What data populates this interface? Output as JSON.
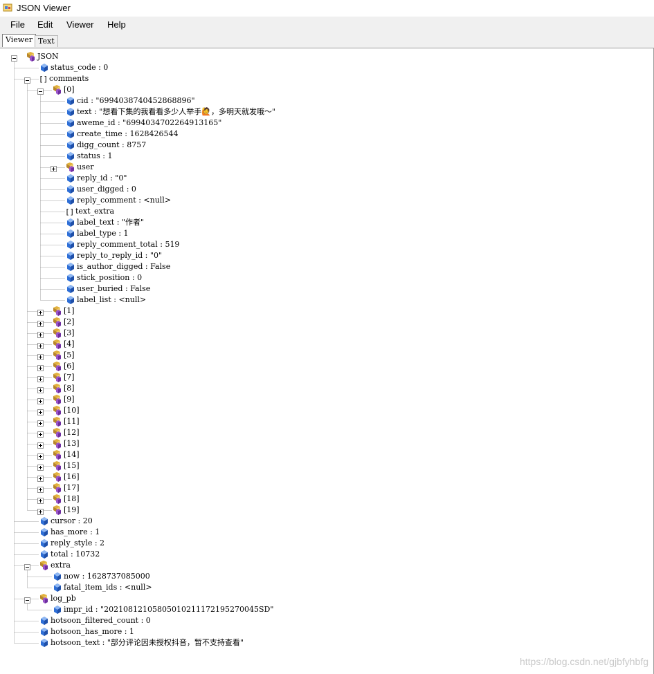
{
  "window": {
    "title": "JSON Viewer",
    "icon": "json-viewer-app-icon"
  },
  "menu": [
    "File",
    "Edit",
    "Viewer",
    "Help"
  ],
  "tabs": [
    {
      "label": "Viewer",
      "active": true
    },
    {
      "label": "Text",
      "active": false
    }
  ],
  "tree": [
    {
      "depth": 0,
      "type": "object",
      "expander": "minus",
      "label": "JSON"
    },
    {
      "depth": 1,
      "type": "value",
      "label": "status_code : 0"
    },
    {
      "depth": 1,
      "type": "array",
      "expander": "minus",
      "label": "comments"
    },
    {
      "depth": 2,
      "type": "object",
      "expander": "minus",
      "label": "[0]"
    },
    {
      "depth": 3,
      "type": "value",
      "label": "cid : \"6994038740452868896\""
    },
    {
      "depth": 3,
      "type": "value",
      "label": "text : \"想看下集的我看看多少人举手🙋，多明天就发哦～\""
    },
    {
      "depth": 3,
      "type": "value",
      "label": "aweme_id : \"6994034702264913165\""
    },
    {
      "depth": 3,
      "type": "value",
      "label": "create_time : 1628426544"
    },
    {
      "depth": 3,
      "type": "value",
      "label": "digg_count : 8757"
    },
    {
      "depth": 3,
      "type": "value",
      "label": "status : 1"
    },
    {
      "depth": 3,
      "type": "object",
      "expander": "plus",
      "label": "user"
    },
    {
      "depth": 3,
      "type": "value",
      "label": "reply_id : \"0\""
    },
    {
      "depth": 3,
      "type": "value",
      "label": "user_digged : 0"
    },
    {
      "depth": 3,
      "type": "value",
      "label": "reply_comment : <null>"
    },
    {
      "depth": 3,
      "type": "array",
      "label": "text_extra"
    },
    {
      "depth": 3,
      "type": "value",
      "label": "label_text : \"作者\""
    },
    {
      "depth": 3,
      "type": "value",
      "label": "label_type : 1"
    },
    {
      "depth": 3,
      "type": "value",
      "label": "reply_comment_total : 519"
    },
    {
      "depth": 3,
      "type": "value",
      "label": "reply_to_reply_id : \"0\""
    },
    {
      "depth": 3,
      "type": "value",
      "label": "is_author_digged : False"
    },
    {
      "depth": 3,
      "type": "value",
      "label": "stick_position : 0"
    },
    {
      "depth": 3,
      "type": "value",
      "label": "user_buried : False"
    },
    {
      "depth": 3,
      "type": "value",
      "label": "label_list : <null>"
    },
    {
      "depth": 2,
      "type": "object",
      "expander": "plus",
      "label": "[1]"
    },
    {
      "depth": 2,
      "type": "object",
      "expander": "plus",
      "label": "[2]"
    },
    {
      "depth": 2,
      "type": "object",
      "expander": "plus",
      "label": "[3]"
    },
    {
      "depth": 2,
      "type": "object",
      "expander": "plus",
      "label": "[4]"
    },
    {
      "depth": 2,
      "type": "object",
      "expander": "plus",
      "label": "[5]"
    },
    {
      "depth": 2,
      "type": "object",
      "expander": "plus",
      "label": "[6]"
    },
    {
      "depth": 2,
      "type": "object",
      "expander": "plus",
      "label": "[7]"
    },
    {
      "depth": 2,
      "type": "object",
      "expander": "plus",
      "label": "[8]"
    },
    {
      "depth": 2,
      "type": "object",
      "expander": "plus",
      "label": "[9]"
    },
    {
      "depth": 2,
      "type": "object",
      "expander": "plus",
      "label": "[10]"
    },
    {
      "depth": 2,
      "type": "object",
      "expander": "plus",
      "label": "[11]"
    },
    {
      "depth": 2,
      "type": "object",
      "expander": "plus",
      "label": "[12]"
    },
    {
      "depth": 2,
      "type": "object",
      "expander": "plus",
      "label": "[13]"
    },
    {
      "depth": 2,
      "type": "object",
      "expander": "plus",
      "label": "[14]"
    },
    {
      "depth": 2,
      "type": "object",
      "expander": "plus",
      "label": "[15]"
    },
    {
      "depth": 2,
      "type": "object",
      "expander": "plus",
      "label": "[16]"
    },
    {
      "depth": 2,
      "type": "object",
      "expander": "plus",
      "label": "[17]"
    },
    {
      "depth": 2,
      "type": "object",
      "expander": "plus",
      "label": "[18]"
    },
    {
      "depth": 2,
      "type": "object",
      "expander": "plus",
      "label": "[19]"
    },
    {
      "depth": 1,
      "type": "value",
      "label": "cursor : 20"
    },
    {
      "depth": 1,
      "type": "value",
      "label": "has_more : 1"
    },
    {
      "depth": 1,
      "type": "value",
      "label": "reply_style : 2"
    },
    {
      "depth": 1,
      "type": "value",
      "label": "total : 10732"
    },
    {
      "depth": 1,
      "type": "object",
      "expander": "minus",
      "label": "extra"
    },
    {
      "depth": 2,
      "type": "value",
      "label": "now : 1628737085000"
    },
    {
      "depth": 2,
      "type": "value",
      "label": "fatal_item_ids : <null>"
    },
    {
      "depth": 1,
      "type": "object",
      "expander": "minus",
      "label": "log_pb"
    },
    {
      "depth": 2,
      "type": "value",
      "label": "impr_id : \"20210812105805010211172195270045SD\""
    },
    {
      "depth": 1,
      "type": "value",
      "label": "hotsoon_filtered_count : 0"
    },
    {
      "depth": 1,
      "type": "value",
      "label": "hotsoon_has_more : 1"
    },
    {
      "depth": 1,
      "type": "value",
      "label": "hotsoon_text : \"部分评论因未授权抖音，暂不支持查看\""
    }
  ],
  "watermark": "https://blog.csdn.net/gjbfyhbfg",
  "colors": {
    "value_icon": "#2f6fd6",
    "object_icon_gold": "#e2b13c",
    "object_icon_purple": "#9a55c8",
    "tree_line": "#a0a0a0"
  }
}
